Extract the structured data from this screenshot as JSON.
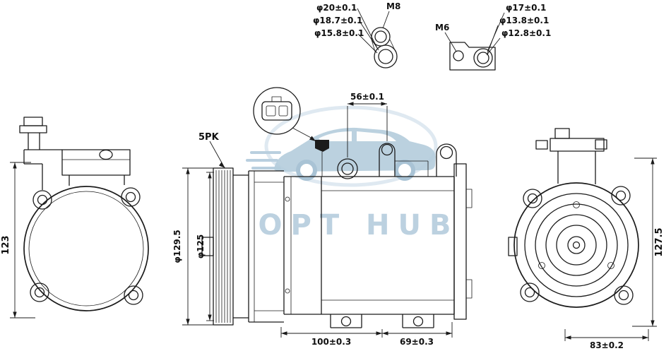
{
  "page": {
    "background": "#ffffff",
    "line_color": "#1b1b1b",
    "watermark_color": "#b9cfdf"
  },
  "watermark": {
    "brand": "OPT HUB"
  },
  "callouts": {
    "m8": "M8",
    "m6": "M6",
    "belt": "5PK",
    "left_fitting": {
      "d1": "φ20±0.1",
      "d2": "φ18.7±0.1",
      "d3": "φ15.8±0.1"
    },
    "right_fitting": {
      "d1": "φ17±0.1",
      "d2": "φ13.8±0.1",
      "d3": "φ12.8±0.1"
    }
  },
  "dimensions": {
    "mount_spacing": "56±0.1",
    "front_height": "123",
    "pulley_outer": "φ129.5",
    "pulley_pitch": "φ125",
    "length_front": "100±0.3",
    "length_rear": "69±0.3",
    "rear_height": "127.5",
    "rear_mount_spacing": "83±0.2"
  }
}
